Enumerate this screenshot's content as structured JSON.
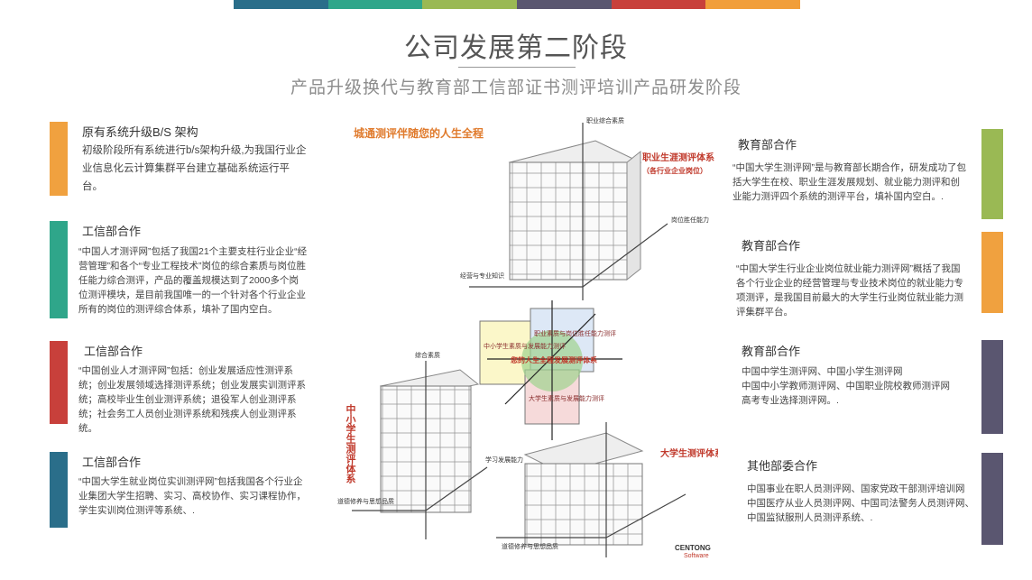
{
  "topbar_colors": [
    "#2a6e8a",
    "#2fa68a",
    "#9ab954",
    "#5a5670",
    "#c8403b",
    "#f19e3a"
  ],
  "page": {
    "title": "公司发展第二阶段",
    "subtitle": "产品升级换代与教育部工信部证书测评培训产品研发阶段"
  },
  "left_cards": [
    {
      "color": "#f0a13f",
      "title": "原有系统升级B/S 架构",
      "body": "初级阶段所有系统进行b/s架构升级,为我国行业企业信息化云计算集群平台建立基础系统运行平台。"
    },
    {
      "color": "#2fa68a",
      "title": "工信部合作",
      "body": "“中国人才测评网”包括了我国21个主要支柱行业企业“经营管理”和各个“专业工程技术”岗位的综合素质与岗位胜任能力综合测评，产品的覆盖规模达到了2000多个岗位测评模块，是目前我国唯一的一个针对各个行业企业所有的岗位的测评综合体系，填补了国内空白。"
    },
    {
      "color": "#c8403b",
      "title": "工信部合作",
      "body": "“中国创业人才测评网”包括：创业发展适应性测评系统；创业发展领域选择测评系统；创业发展实训测评系统；高校毕业生创业测评系统；退役军人创业测评系统；社会务工人员创业测评系统和残疾人创业测评系统。"
    },
    {
      "color": "#2a6e8a",
      "title": "工信部合作",
      "body": "“中国大学生就业岗位实训测评网”包括我国各个行业企业集团大学生招聘、实习、高校协作、实习课程协作，学生实训岗位测评等系统、."
    }
  ],
  "right_cards": [
    {
      "color": "#9ab954",
      "title": "教育部合作",
      "body": "“中国大学生测评网”是与教育部长期合作，研发成功了包括大学生在校、职业生涯发展规划、就业能力测评和创业能力测评四个系统的测评平台，填补国内空白。."
    },
    {
      "color": "#f0a13f",
      "title": "教育部合作",
      "body": "“中国大学生行业企业岗位就业能力测评网”概括了我国各个行业企业的经营管理与专业技术岗位的就业能力专项测评，是我国目前最大的大学生行业岗位就业能力测评集群平台。"
    },
    {
      "color": "#5a5670",
      "title": "教育部合作",
      "body": "中国中学生测评网、中国小学生测评网\n中国中小学教师测评网、中国职业院校教师测评网\n高考专业选择测评网。."
    },
    {
      "color": "#5a5670",
      "title": "其他部委合作",
      "body": "中国事业在职人员测评网、国家党政干部测评培训网\n中国医疗从业人员测评网、中国司法警务人员测评网、\n中国监狱服刑人员测评系统、."
    }
  ],
  "figure": {
    "headline": "城通测评伴随您的人生全程",
    "career_system": "职业生涯测评体系",
    "career_sub": "（各行业企业岗位）",
    "center_text": "您的人生全程发展测评体系",
    "primary_system": "中小学生测评体系",
    "college_system": "大学生测评体系",
    "box_primary": "中小学生素质与发展能力测评",
    "box_career": "职业素质与岗位胜任能力测评",
    "box_college": "大学生素质与发展能力测评",
    "axis_top": "职业综合素质",
    "axis_right_top": "岗位胜任能力",
    "axis_left_top": "经营与专业知识",
    "axis_left_mid": "综合素质",
    "axis_mid_right": "学习发展能力",
    "axis_bottom_left": "道德修养与思想品质",
    "axis_bottom": "道德修养与思想品质",
    "brand_main": "CENTONG",
    "brand_sub": "Software"
  }
}
